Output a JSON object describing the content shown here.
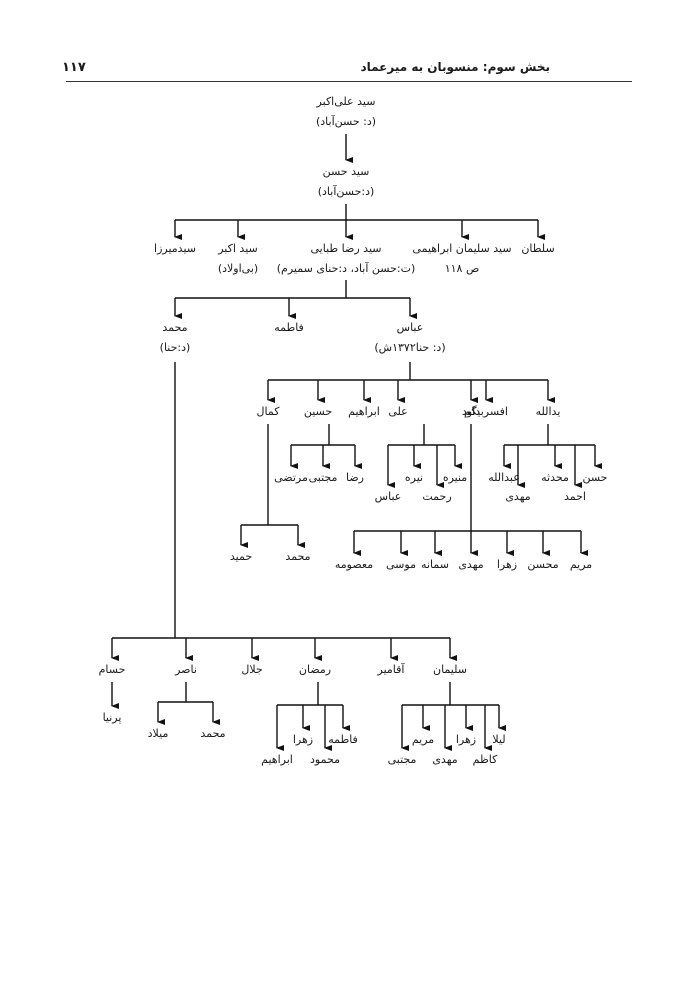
{
  "header": {
    "title": "بخش سوم: منسوبان به میرعماد",
    "page_number": "۱۱۷"
  },
  "tree": {
    "root": {
      "name": "سید علی‌اکبر",
      "note": "(د: حسن‌آباد)"
    },
    "gen2": {
      "name": "سید حسن",
      "note": "(د:حسن‌آباد)"
    },
    "gen3": [
      {
        "name": "سلطان"
      },
      {
        "name": "سید سلیمان ابراهیمی",
        "note": "ص ۱۱۸"
      },
      {
        "name": "سید رضا طبایی",
        "note": "(ت:حسن آباد، د:حنای سمیرم)"
      },
      {
        "name": "سید اکبر",
        "note": "(بی‌اولاد)"
      },
      {
        "name": "سیدمیرزا"
      }
    ],
    "reza_children": [
      {
        "name": "عباس",
        "note": "(د: حنا۱۳۷۲ش)"
      },
      {
        "name": "فاطمه"
      },
      {
        "name": "محمد",
        "note": "(د:حنا)"
      }
    ],
    "abbas_children": [
      {
        "name": "یدالله"
      },
      {
        "name": "افسربیگم"
      },
      {
        "name": "داود"
      },
      {
        "name": "علی"
      },
      {
        "name": "ابراهیم"
      },
      {
        "name": "حسین"
      },
      {
        "name": "کمال"
      }
    ],
    "yadollah_children": [
      {
        "name": "حسن"
      },
      {
        "name": "احمد"
      },
      {
        "name": "محدثه"
      },
      {
        "name": "مهدی"
      },
      {
        "name": "عبدالله"
      }
    ],
    "ali_children": [
      {
        "name": "منیره"
      },
      {
        "name": "رحمت"
      },
      {
        "name": "نیره"
      },
      {
        "name": "عباس"
      }
    ],
    "hossein_children": [
      {
        "name": "رضا"
      },
      {
        "name": "مجتبی"
      },
      {
        "name": "مرتضی"
      }
    ],
    "kamal_children": [
      {
        "name": "محمد"
      },
      {
        "name": "حمید"
      }
    ],
    "davood_children": [
      {
        "name": "مریم"
      },
      {
        "name": "محسن"
      },
      {
        "name": "زهرا"
      },
      {
        "name": "مهدی"
      },
      {
        "name": "سمانه"
      },
      {
        "name": "موسی"
      },
      {
        "name": "معصومه"
      }
    ],
    "mohammad_children": [
      {
        "name": "سلیمان"
      },
      {
        "name": "آقامیر"
      },
      {
        "name": "رمضان"
      },
      {
        "name": "جلال"
      },
      {
        "name": "ناصر"
      },
      {
        "name": "حسام"
      }
    ],
    "soleiman_children": [
      {
        "name": "لیلا"
      },
      {
        "name": "کاظم"
      },
      {
        "name": "زهرا"
      },
      {
        "name": "مهدی"
      },
      {
        "name": "مریم"
      },
      {
        "name": "مجتبی"
      }
    ],
    "ramezan_children": [
      {
        "name": "فاطمه"
      },
      {
        "name": "محمود"
      },
      {
        "name": "زهرا"
      },
      {
        "name": "ابراهیم"
      }
    ],
    "naser_children": [
      {
        "name": "محمد"
      },
      {
        "name": "میلاد"
      }
    ],
    "hesam_children": [
      {
        "name": "پرنیا"
      }
    ]
  }
}
